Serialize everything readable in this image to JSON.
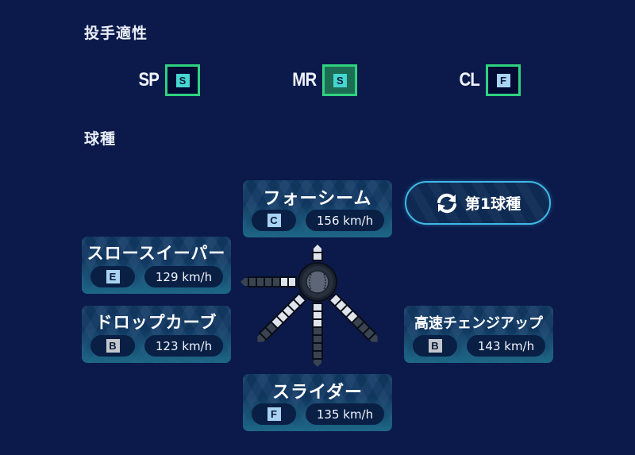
{
  "aptitude": {
    "title": "投手適性",
    "roles": [
      {
        "label": "SP",
        "grade": "S",
        "grade_color": "#45d6d0",
        "highlighted": false
      },
      {
        "label": "MR",
        "grade": "S",
        "grade_color": "#45d6d0",
        "highlighted": true
      },
      {
        "label": "CL",
        "grade": "F",
        "grade_color": "#a9d3f2",
        "highlighted": false
      }
    ],
    "border_color": "#2fd27f"
  },
  "pitches": {
    "title": "球種",
    "toggle_button": {
      "label": "第1球種",
      "icon": "refresh-icon"
    },
    "items": [
      {
        "name": "フォーシーム",
        "grade": "C",
        "grade_color": "#a9d3f2",
        "speed": "156 km/h",
        "direction": "up"
      },
      {
        "name": "スロースイーパー",
        "grade": "E",
        "grade_color": "#a9d3f2",
        "speed": "129 km/h",
        "direction": "left"
      },
      {
        "name": "ドロップカーブ",
        "grade": "B",
        "grade_color": "#c3c7cc",
        "speed": "123 km/h",
        "direction": "down-left"
      },
      {
        "name": "スライダー",
        "grade": "F",
        "grade_color": "#a9d3f2",
        "speed": "135 km/h",
        "direction": "down"
      },
      {
        "name": "高速チェンジアップ",
        "grade": "B",
        "grade_color": "#c3c7cc",
        "speed": "143 km/h",
        "direction": "down-right"
      }
    ],
    "diagram": {
      "center_icon": "baseball-icon",
      "arms": [
        {
          "direction": "up",
          "angle": -90,
          "light": 1,
          "dark": 0
        },
        {
          "direction": "left",
          "angle": 180,
          "light": 2,
          "dark": 4
        },
        {
          "direction": "down-left",
          "angle": 135,
          "light": 5,
          "dark": 2
        },
        {
          "direction": "down",
          "angle": 90,
          "light": 3,
          "dark": 4
        },
        {
          "direction": "down-right",
          "angle": 45,
          "light": 4,
          "dark": 3
        }
      ]
    }
  }
}
